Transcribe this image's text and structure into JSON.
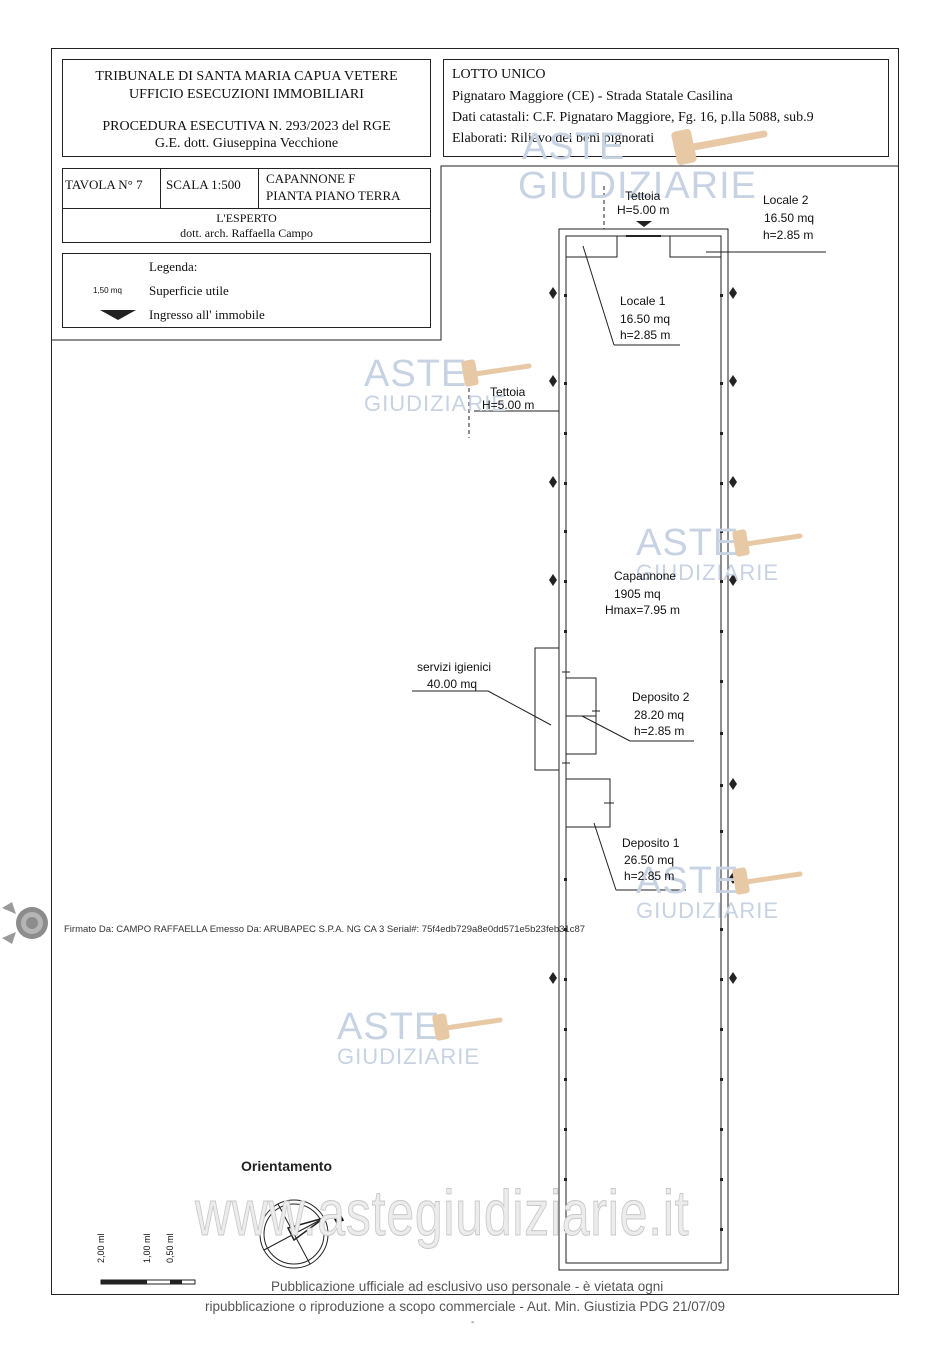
{
  "header_left": {
    "court": "TRIBUNALE DI SANTA MARIA CAPUA VETERE",
    "office": "UFFICIO ESECUZIONI IMMOBILIARI",
    "procedure": "PROCEDURA ESECUTIVA N. 293/2023 del RGE",
    "judge": "G.E. dott. Giuseppina Vecchione"
  },
  "header_right": {
    "lot": "LOTTO UNICO",
    "address": "Pignataro Maggiore (CE) -  Strada Statale Casilina",
    "cadastral": "Dati catastali: C.F.  Pignataro Maggiore,  Fg. 16, p.lla 5088, sub.9",
    "works": "Elaborati: Rilievo dei beni pignorati"
  },
  "table_info": {
    "tavola": "TAVOLA N° 7",
    "scala": "SCALA 1:500",
    "building": "CAPANNONE F",
    "plan": "PIANTA PIANO  TERRA",
    "expert_role": "L'ESPERTO",
    "expert_name": "dott. arch. Raffaella Campo"
  },
  "legend": {
    "title": "Legenda:",
    "area_sample": "1,50 mq",
    "area_label": "Superficie utile",
    "entrance_label": "Ingresso all' immobile"
  },
  "rooms": {
    "tettoia_top_name": "Tettoia",
    "tettoia_top_h": "H=5.00 m",
    "locale2_name": "Locale 2",
    "locale2_area": "16.50 mq",
    "locale2_h": "h=2.85 m",
    "locale1_name": "Locale 1",
    "locale1_area": "16.50 mq",
    "locale1_h": "h=2.85 m",
    "tettoia_side_name": "Tettoia",
    "tettoia_side_h": "H=5.00 m",
    "capannone_name": "Capannone",
    "capannone_area": "1905 mq",
    "capannone_h": "Hmax=7.95 m",
    "servizi_name": "servizi igienici",
    "servizi_area": "40.00 mq",
    "deposito2_name": "Deposito 2",
    "deposito2_area": "28.20 mq",
    "deposito2_h": "h=2.85 m",
    "deposito1_name": "Deposito 1",
    "deposito1_area": "26.50 mq",
    "deposito1_h": "h=2.85 m"
  },
  "orientation": {
    "title": "Orientamento",
    "north": "N"
  },
  "scale_bar": {
    "labels": [
      "2,00 ml",
      "1,00 ml",
      "0,50 ml"
    ]
  },
  "signature": "Firmato Da: CAMPO RAFFAELLA Emesso Da: ARUBAPEC S.P.A. NG CA 3 Serial#: 75f4edb729a8e0dd571e5b23feb31c87",
  "watermark": {
    "aste": "ASTE",
    "giudiziarie": "GIUDIZIARIE",
    "site": "www.astegiudiziarie.it"
  },
  "footer": {
    "line1": "Pubblicazione ufficiale ad esclusivo uso personale - è vietata ogni",
    "line2": "ripubblicazione o riproduzione a scopo commerciale - Aut. Min. Giustizia PDG 21/07/09",
    "mark": "-"
  },
  "colors": {
    "line": "#222222",
    "watermark": "#c7d3e2",
    "hammer": "#e8c9a6"
  }
}
